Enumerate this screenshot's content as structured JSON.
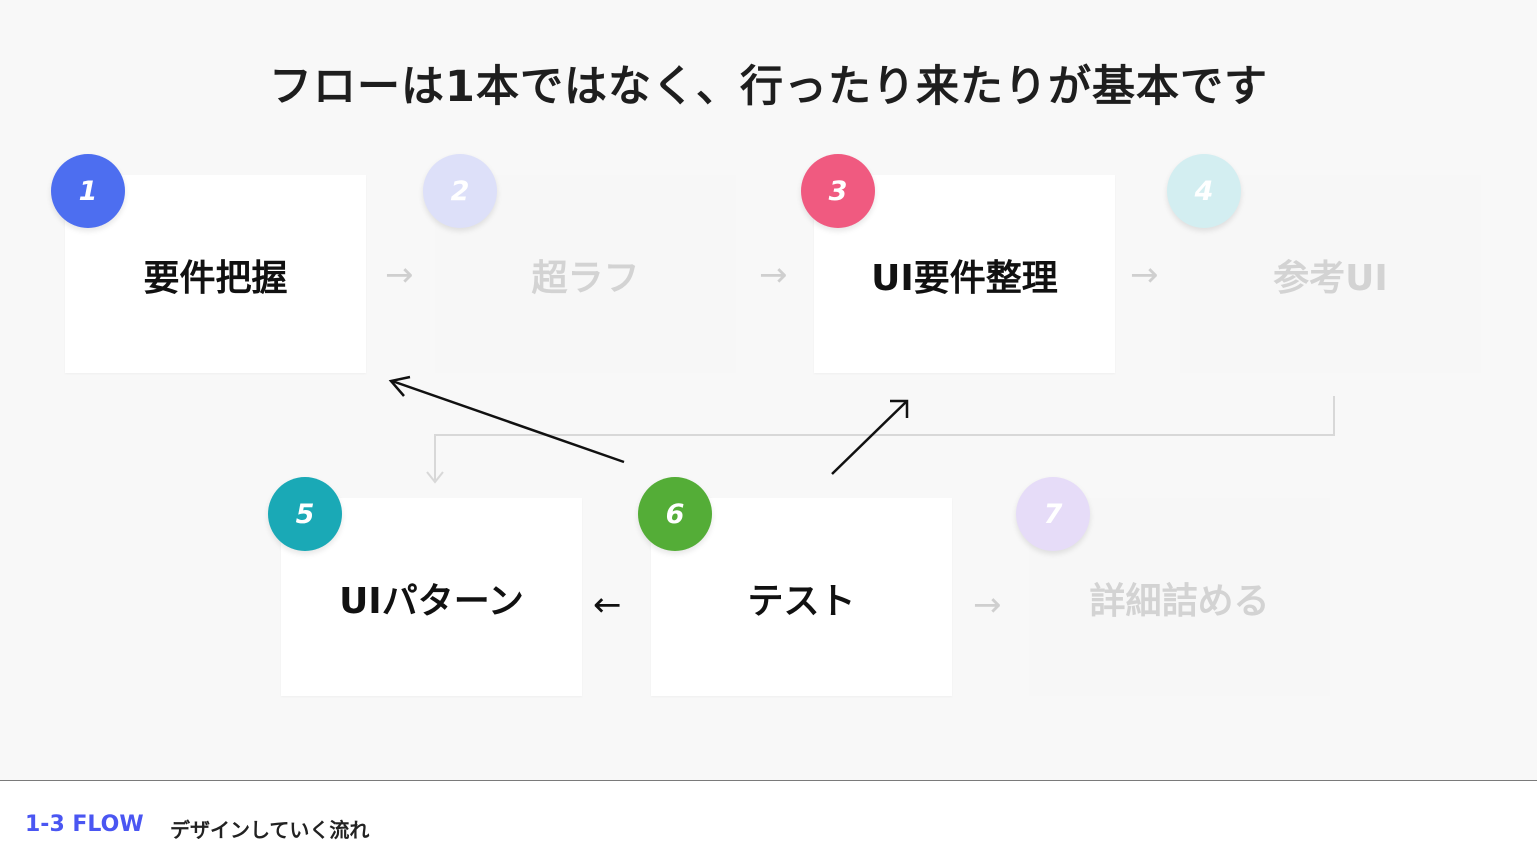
{
  "title": "フローは1本ではなく、行ったり来たりが基本です",
  "steps": [
    {
      "number": "1",
      "label": "要件把握",
      "color": "#4d6ef0",
      "active": true
    },
    {
      "number": "2",
      "label": "超ラフ",
      "color": "#dde0f9",
      "active": false
    },
    {
      "number": "3",
      "label": "UI要件整理",
      "color": "#f05a80",
      "active": true
    },
    {
      "number": "4",
      "label": "参考UI",
      "color": "#d3eef1",
      "active": false
    },
    {
      "number": "5",
      "label": "UIパターン",
      "color": "#1aa9b6",
      "active": true
    },
    {
      "number": "6",
      "label": "テスト",
      "color": "#54ad37",
      "active": true
    },
    {
      "number": "7",
      "label": "詳細詰める",
      "color": "#e6dcf8",
      "active": false
    }
  ],
  "arrows": {
    "right": "→",
    "left": "←"
  },
  "footer": {
    "section": "1-3 FLOW",
    "title": "デザインしていく流れ",
    "section_color": "#4a56f2"
  }
}
